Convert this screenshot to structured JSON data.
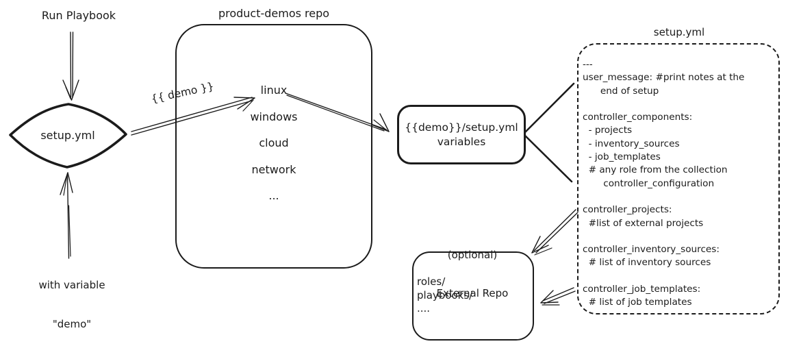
{
  "colors": {
    "ink": "#1b1b1b",
    "background": "#ffffff"
  },
  "flow": {
    "run_playbook_label": "Run Playbook",
    "decision_label": "setup.yml",
    "demo_arrow_label": "{{ demo }}",
    "with_variable_line1": "with variable",
    "with_variable_line2": "\"demo\""
  },
  "repo_box": {
    "title": "product-demos repo",
    "items": [
      "linux",
      "windows",
      "cloud",
      "network",
      "..."
    ]
  },
  "variables_box": {
    "line1": "{{demo}}/setup.yml",
    "line2": "variables"
  },
  "setup_box": {
    "title": "setup.yml",
    "lines": [
      "---",
      "user_message: #print notes at the",
      "      end of setup",
      "",
      "controller_components:",
      "  - projects",
      "  - inventory_sources",
      "  - job_templates",
      "  # any role from the collection",
      "       controller_configuration",
      "",
      "controller_projects:",
      "  #list of external projects",
      "",
      "controller_inventory_sources:",
      "  # list of inventory sources",
      "",
      "controller_job_templates:",
      "  # list of job templates"
    ]
  },
  "external_repo_box": {
    "title_line1": "(optional)",
    "title_line2": "External Repo",
    "items": [
      "roles/",
      "playbooks/",
      "...."
    ]
  }
}
